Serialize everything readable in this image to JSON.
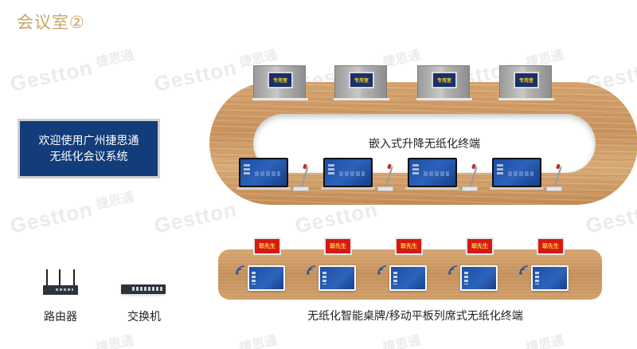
{
  "title": "会议室②",
  "welcome": {
    "line1": "欢迎使用广州捷思通",
    "line2": "无纸化会议系统"
  },
  "oval_table": {
    "label": "嵌入式升降无纸化终端",
    "lift_monitors": [
      {
        "screen_text": "专用室"
      },
      {
        "screen_text": "专用室"
      },
      {
        "screen_text": "专用室"
      },
      {
        "screen_text": "专用室"
      }
    ],
    "laptops_count": 4,
    "microphones_count": 4
  },
  "long_table": {
    "label": "无纸化智能桌牌/移动平板列席式无纸化终端",
    "nameplates": [
      {
        "text": "耶先生"
      },
      {
        "text": "耶先生"
      },
      {
        "text": "耶先生"
      },
      {
        "text": "耶先生"
      },
      {
        "text": "耶先生"
      }
    ],
    "tablets_count": 5,
    "wifi_icons_count": 5
  },
  "devices": {
    "router_label": "路由器",
    "switch_label": "交换机"
  },
  "watermark": {
    "en": "Gestton",
    "cn": "捷思通"
  },
  "colors": {
    "title": "#c8a46a",
    "welcome_bg": "#123c7a",
    "nameplate_bg": "#d51a12",
    "wood": "#cf9c66",
    "screen_blue": "#1d4ea3"
  }
}
